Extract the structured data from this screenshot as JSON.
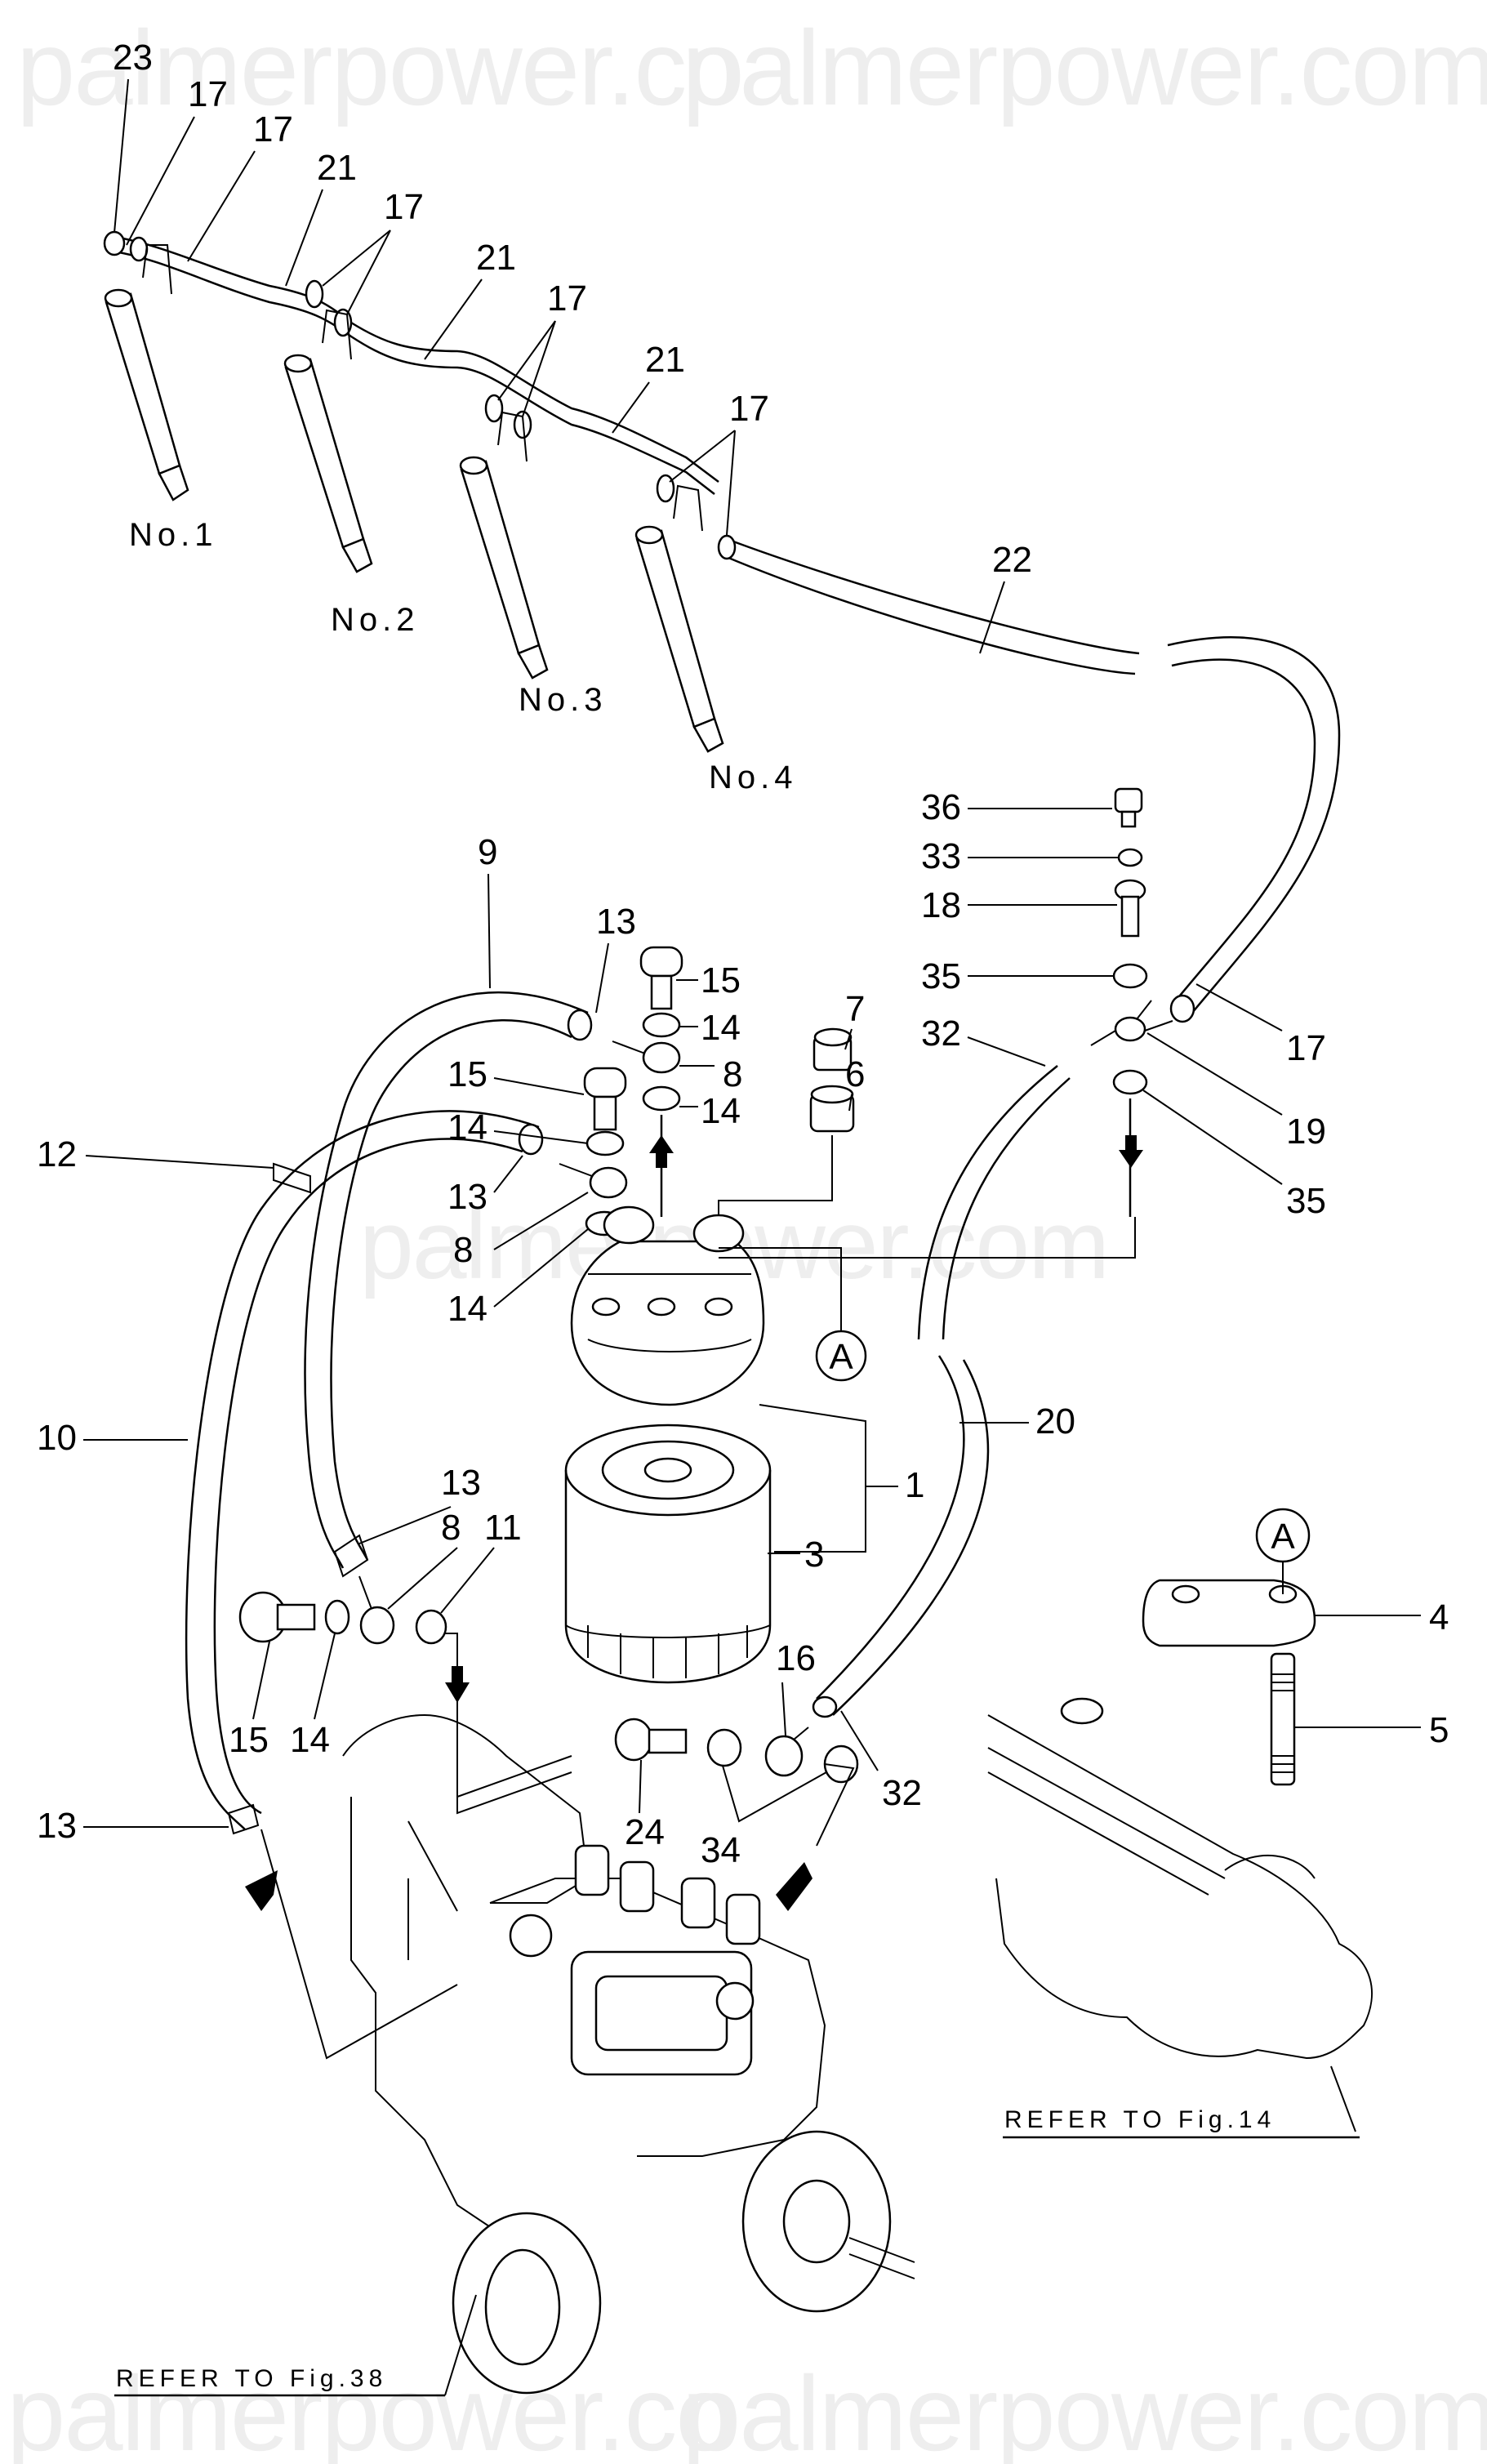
{
  "watermark": {
    "top_left": "palmerpower.co",
    "top_right": "palmerpower.com",
    "center": "palmerpower.com",
    "bottom_left": "palmerpower.co",
    "bottom_right": "palmerpower.com"
  },
  "cylinders": [
    "No.1",
    "No.2",
    "No.3",
    "No.4"
  ],
  "references": {
    "fig14": "REFER TO Fig.14",
    "fig38": "REFER TO Fig.38"
  },
  "detail_marker": "A",
  "callouts": {
    "c23": "23",
    "c17a": "17",
    "c17b": "17",
    "c21a": "21",
    "c17c": "17",
    "c21b": "21",
    "c17d": "17",
    "c21c": "21",
    "c17e": "17",
    "c22": "22",
    "c36": "36",
    "c33": "33",
    "c18": "18",
    "c35a": "35",
    "c17f": "17",
    "c32a": "32",
    "c19": "19",
    "c35b": "35",
    "c9": "9",
    "c13a": "13",
    "c15a": "15",
    "c14a": "14",
    "c8a": "8",
    "c14b": "14",
    "c7": "7",
    "c6": "6",
    "c15b": "15",
    "c14c": "14",
    "c12": "12",
    "c13b": "13",
    "c8b": "8",
    "c14d": "14",
    "c1": "1",
    "c20": "20",
    "c10": "10",
    "c3": "3",
    "c13c": "13",
    "c8c": "8",
    "c11": "11",
    "c15c": "15",
    "c14e": "14",
    "c4": "4",
    "c5": "5",
    "c16": "16",
    "c24": "24",
    "c34": "34",
    "c32b": "32",
    "c13d": "13"
  }
}
